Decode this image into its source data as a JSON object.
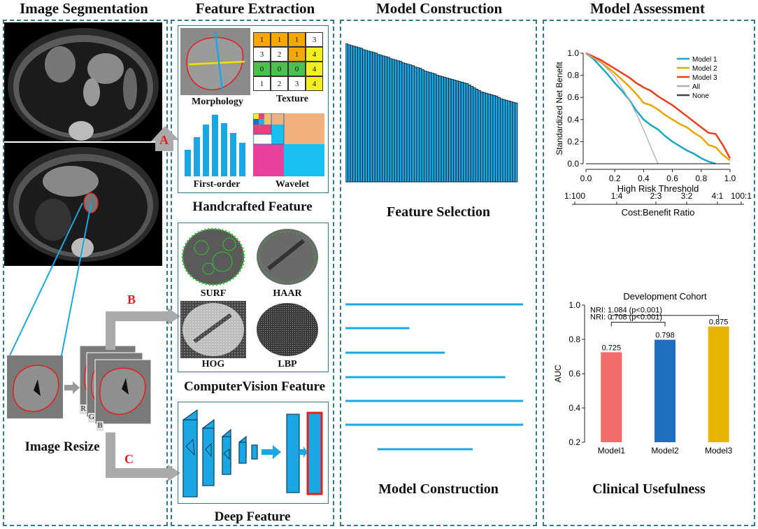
{
  "headers": {
    "segmentation": "Image Segmentation",
    "extraction": "Feature Extraction",
    "construction": "Model Construction",
    "assessment": "Model Assessment"
  },
  "segmentation": {
    "resize_label": "Image Resize",
    "channels": [
      "R",
      "G",
      "B"
    ]
  },
  "arrows": {
    "a": "A",
    "b": "B",
    "c": "C"
  },
  "handcrafted": {
    "title": "Handcrafted Feature",
    "morphology": "Morphology",
    "texture": "Texture",
    "first_order": "First-order",
    "wavelet": "Wavelet",
    "texture_grid": [
      [
        "1",
        "1",
        "1",
        "3"
      ],
      [
        "3",
        "2",
        "1",
        "4"
      ],
      [
        "0",
        "0",
        "0",
        "4"
      ],
      [
        "1",
        "2",
        "3",
        "4"
      ]
    ]
  },
  "computer_vision": {
    "title": "ComputerVision Feature",
    "items": [
      "SURF",
      "HAAR",
      "HOG",
      "LBP"
    ]
  },
  "deep": {
    "title": "Deep Feature"
  },
  "model": {
    "feature_selection": "Feature Selection",
    "model_construction": "Model Construction",
    "bars": [
      1.0,
      0.99,
      0.985,
      0.98,
      0.975,
      0.97,
      0.965,
      0.955,
      0.95,
      0.945,
      0.94,
      0.935,
      0.93,
      0.92,
      0.915,
      0.91,
      0.905,
      0.9,
      0.89,
      0.885,
      0.88,
      0.875,
      0.87,
      0.86,
      0.855,
      0.85,
      0.845,
      0.84,
      0.83,
      0.825,
      0.82,
      0.81,
      0.8,
      0.795,
      0.79,
      0.785,
      0.78,
      0.77,
      0.765,
      0.76,
      0.755,
      0.75,
      0.745,
      0.74,
      0.735,
      0.73,
      0.725,
      0.72,
      0.715,
      0.71,
      0.7,
      0.69,
      0.68,
      0.67,
      0.66,
      0.65,
      0.645,
      0.64,
      0.635,
      0.63,
      0.625,
      0.62,
      0.61,
      0.6,
      0.595,
      0.59,
      0.585,
      0.58,
      0.575,
      0.57
    ],
    "lines": [
      1.0,
      0.36,
      0.56,
      0.9,
      1.0,
      1.0,
      0.6
    ]
  },
  "assessment": {
    "clinical_usefulness": "Clinical Usefulness"
  },
  "chart_data": [
    {
      "type": "line",
      "xlabel": "High Risk Threshold",
      "ylabel": "Standardized Net Benefit",
      "xlim": [
        0,
        1
      ],
      "ylim": [
        0,
        1
      ],
      "x_ticks": [
        "0.0",
        "0.2",
        "0.4",
        "0.6",
        "0.8",
        "1.0"
      ],
      "y_ticks": [
        "0.0",
        "0.2",
        "0.4",
        "0.6",
        "0.8",
        "1.0"
      ],
      "secondary_axis_label": "Cost:Benefit Ratio",
      "secondary_ticks": [
        "1:100",
        "1:4",
        "2:3",
        "3:2",
        "4:1",
        "100:1"
      ],
      "legend_position": "top-right",
      "series": [
        {
          "name": "Model 1",
          "color": "#1aa7c4",
          "x": [
            0,
            0.05,
            0.1,
            0.15,
            0.2,
            0.25,
            0.3,
            0.35,
            0.4,
            0.45,
            0.5,
            0.55,
            0.6,
            0.65,
            0.7,
            0.75,
            0.8,
            0.85,
            0.9
          ],
          "y": [
            1.0,
            0.95,
            0.88,
            0.81,
            0.73,
            0.66,
            0.58,
            0.48,
            0.4,
            0.35,
            0.31,
            0.25,
            0.2,
            0.16,
            0.12,
            0.09,
            0.05,
            0.02,
            0.0
          ]
        },
        {
          "name": "Model 2",
          "color": "#e8a400",
          "x": [
            0,
            0.05,
            0.1,
            0.15,
            0.2,
            0.25,
            0.3,
            0.35,
            0.4,
            0.45,
            0.5,
            0.55,
            0.6,
            0.65,
            0.7,
            0.75,
            0.8,
            0.85,
            0.9,
            0.95,
            1.0
          ],
          "y": [
            1.0,
            0.96,
            0.92,
            0.87,
            0.82,
            0.76,
            0.7,
            0.63,
            0.55,
            0.53,
            0.49,
            0.44,
            0.4,
            0.36,
            0.33,
            0.28,
            0.24,
            0.17,
            0.15,
            0.08,
            0.03
          ]
        },
        {
          "name": "Model 3",
          "color": "#e8401c",
          "x": [
            0,
            0.05,
            0.1,
            0.15,
            0.2,
            0.25,
            0.3,
            0.35,
            0.4,
            0.45,
            0.5,
            0.55,
            0.6,
            0.65,
            0.7,
            0.75,
            0.8,
            0.85,
            0.9,
            0.95,
            1.0
          ],
          "y": [
            1.0,
            0.97,
            0.94,
            0.9,
            0.86,
            0.82,
            0.78,
            0.73,
            0.69,
            0.66,
            0.61,
            0.57,
            0.53,
            0.48,
            0.43,
            0.38,
            0.33,
            0.28,
            0.27,
            0.17,
            0.05
          ]
        },
        {
          "name": "All",
          "color": "#b0b0b0",
          "x": [
            0,
            0.1,
            0.2,
            0.3,
            0.35,
            0.4,
            0.45,
            0.5
          ],
          "y": [
            1.0,
            0.92,
            0.79,
            0.58,
            0.45,
            0.31,
            0.15,
            0.0
          ]
        },
        {
          "name": "None",
          "color": "#444444",
          "x": [
            0,
            1.0
          ],
          "y": [
            0,
            0
          ]
        }
      ]
    },
    {
      "type": "bar",
      "title": "Development Cohort",
      "ylabel": "AUC",
      "ylim": [
        0.2,
        1.0
      ],
      "y_ticks": [
        "0.2",
        "0.4",
        "0.6",
        "0.8",
        "1.0"
      ],
      "categories": [
        "Model1",
        "Model2",
        "Model3"
      ],
      "values": [
        0.725,
        0.798,
        0.875
      ],
      "value_labels": [
        "0.725",
        "0.798",
        "0.875"
      ],
      "colors": [
        "#f26b6b",
        "#1f6fbf",
        "#e8b400"
      ],
      "annotations": [
        "NRI: 1.084 (p<0.001)",
        "NRI: 0.708 (p<0.001)"
      ]
    }
  ]
}
